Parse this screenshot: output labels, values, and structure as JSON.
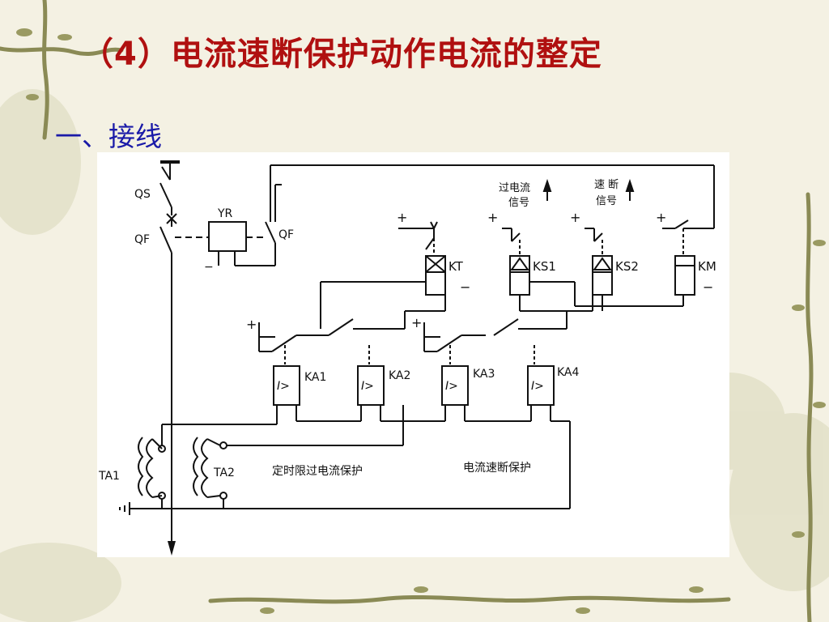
{
  "slide": {
    "title": "（4）电流速断保护动作电流的整定",
    "section": "一、接线"
  },
  "diagram": {
    "labels": {
      "qs": "QS",
      "qf_breaker": "QF",
      "yr": "YR",
      "qf_aux": "QF",
      "kt": "KT",
      "ks1": "KS1",
      "ks2": "KS2",
      "km": "KM",
      "ka1": "KA1",
      "ka2": "KA2",
      "ka3": "KA3",
      "ka4": "KA4",
      "relay_symbol": "I>",
      "ta1": "TA1",
      "ta2": "TA2",
      "overcurrent_signal_line1": "过电流",
      "overcurrent_signal_line2": "信号",
      "quickbreak_signal_line1": "速 断",
      "quickbreak_signal_line2": "信号",
      "definite_time_protection": "定时限过电流保护",
      "instantaneous_protection": "电流速断保护",
      "plus": "+",
      "minus": "−"
    }
  },
  "colors": {
    "title": "#b01010",
    "section": "#1a1aa8",
    "background": "#f4f1e3",
    "vine": "#8a8a55"
  }
}
